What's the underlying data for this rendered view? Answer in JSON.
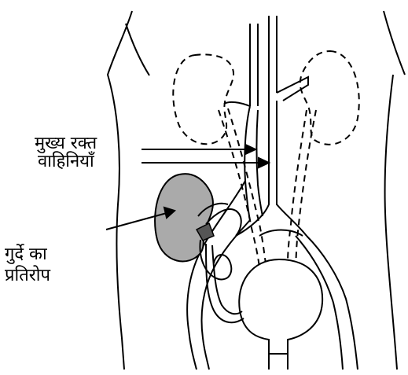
{
  "labels": {
    "vessels_line1": "मुख्य रक्त",
    "vessels_line2": "वाहिनियाँ",
    "transplant_line1": "गुर्दे का",
    "transplant_line2": "प्रतिरोप"
  },
  "colors": {
    "outline": "#000000",
    "transplanted_kidney": "#aaaaaa",
    "background": "#ffffff"
  }
}
